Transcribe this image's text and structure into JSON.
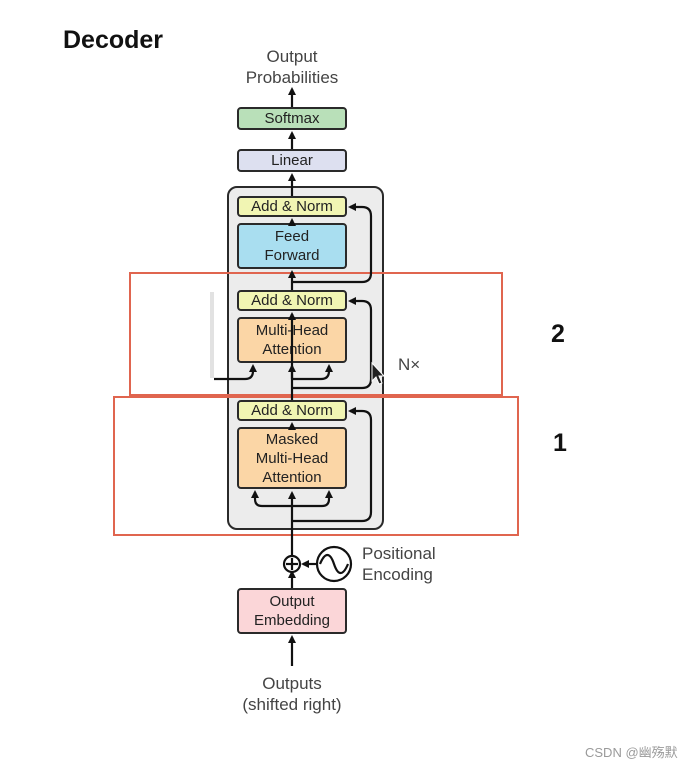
{
  "title": "Decoder",
  "output_label": [
    "Output",
    "Probabilities"
  ],
  "softmax": "Softmax",
  "linear": "Linear",
  "add_norm": "Add & Norm",
  "feed_forward": [
    "Feed",
    "Forward"
  ],
  "multi_head": [
    "Multi-Head",
    "Attention"
  ],
  "masked_multi_head": [
    "Masked",
    "Multi-Head",
    "Attention"
  ],
  "nx": "N×",
  "positional_encoding": [
    "Positional",
    "Encoding"
  ],
  "output_embedding": [
    "Output",
    "Embedding"
  ],
  "inputs_label": [
    "Outputs",
    "(shifted right)"
  ],
  "marker_1": "1",
  "marker_2": "2",
  "watermark": "CSDN @幽殇默",
  "colors": {
    "softmax": "#b9e0b9",
    "linear": "#dde0f0",
    "add_norm": "#f1f5b3",
    "feed_forward": "#a9def0",
    "attention": "#fbd6a6",
    "embedding": "#fbd6d8",
    "highlight": "#e0654f"
  }
}
